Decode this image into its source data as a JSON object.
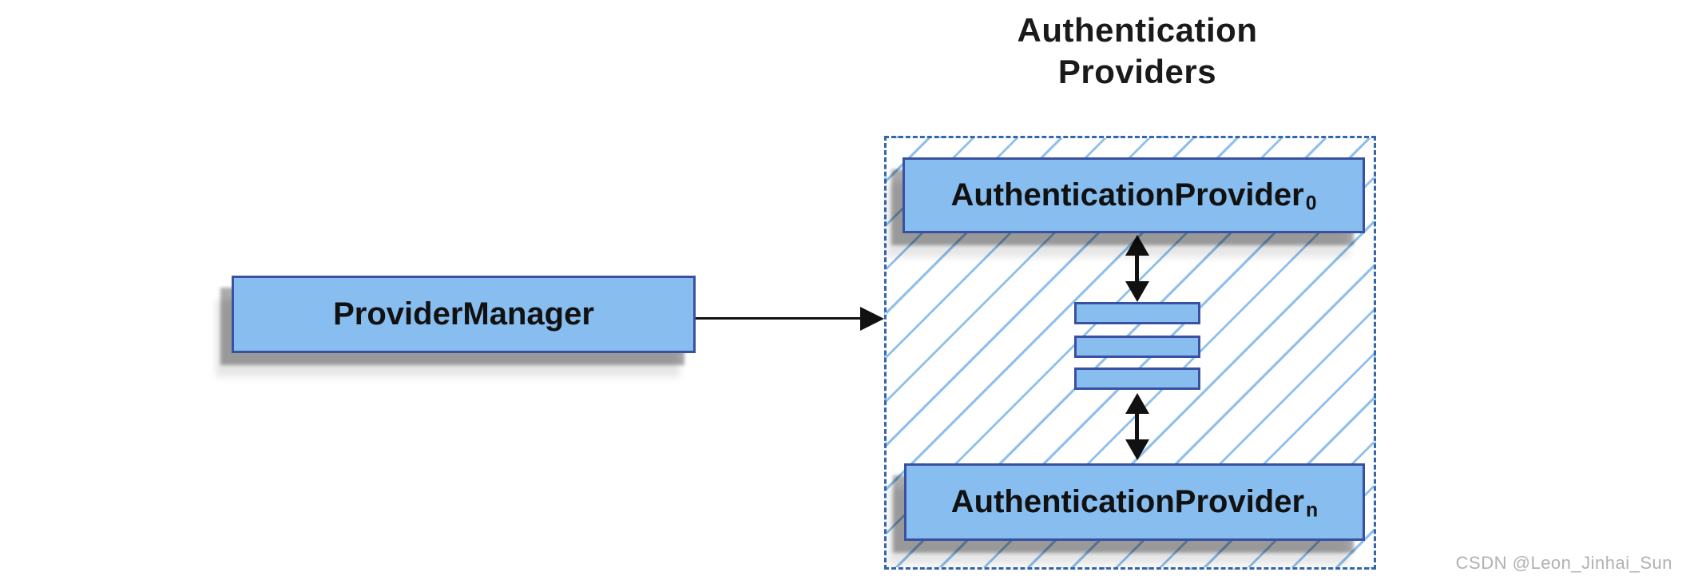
{
  "title": {
    "text": "Authentication\nProviders"
  },
  "diagram": {
    "provider_manager": {
      "label": "ProviderManager"
    },
    "auth_provider_0": {
      "label": "AuthenticationProvider",
      "sub": "0"
    },
    "auth_provider_n": {
      "label": "AuthenticationProvider",
      "sub": "n"
    },
    "ellipsis_bar_count": 3
  },
  "watermark": {
    "text": "CSDN @Leon_Jinhai_Sun"
  },
  "colors": {
    "node_fill": "#87BDEF",
    "node_border": "#3A50A0",
    "hatch_line": "#8FC0EC",
    "dashed_border": "#3366AA",
    "arrow": "#111111",
    "title_text": "#1A1A1A",
    "node_text": "#111111",
    "watermark_text": "#B1B1B1"
  }
}
